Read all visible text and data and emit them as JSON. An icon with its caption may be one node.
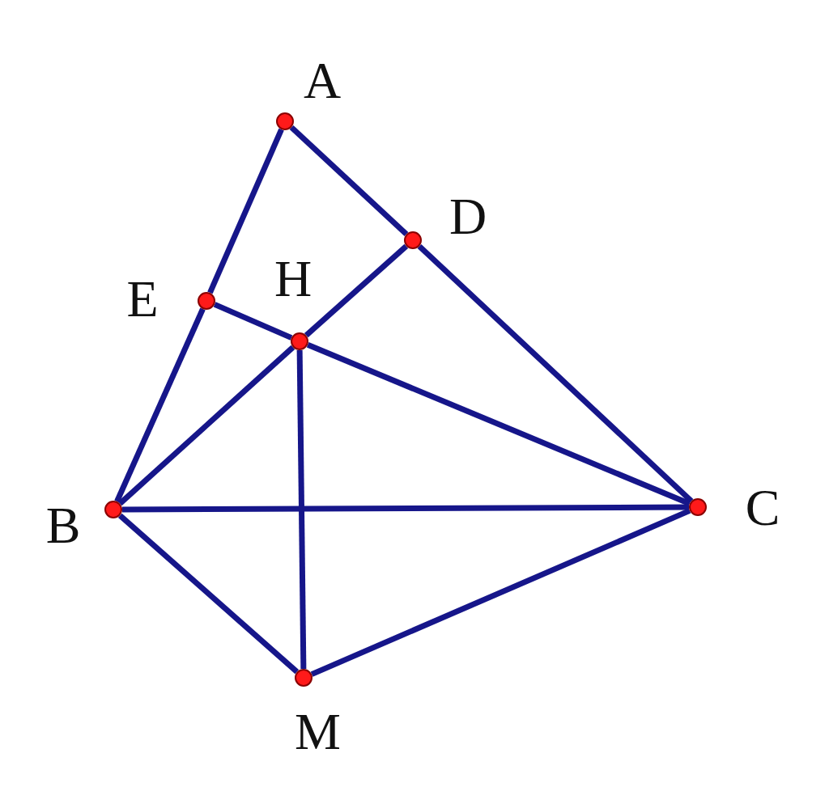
{
  "diagram": {
    "nodes": [
      {
        "text": [
          "A"
        ]
      },
      {
        "text": [
          "D"
        ]
      },
      {
        "text": [
          "E"
        ]
      },
      {
        "text": [
          "H"
        ]
      },
      {
        "text": [
          "B"
        ]
      },
      {
        "text": [
          "C"
        ]
      },
      {
        "text": [
          "M"
        ]
      }
    ],
    "edges": [
      {
        "from": 0,
        "to": 2,
        "arrow": "none"
      },
      {
        "from": 2,
        "to": 4,
        "arrow": "none"
      },
      {
        "from": 0,
        "to": 1,
        "arrow": "none"
      },
      {
        "from": 1,
        "to": 5,
        "arrow": "none"
      },
      {
        "from": 2,
        "to": 3,
        "arrow": "none"
      },
      {
        "from": 3,
        "to": 5,
        "arrow": "none"
      },
      {
        "from": 4,
        "to": 3,
        "arrow": "none"
      },
      {
        "from": 3,
        "to": 1,
        "arrow": "none"
      },
      {
        "from": 3,
        "to": 6,
        "arrow": "none"
      },
      {
        "from": 4,
        "to": 5,
        "arrow": "none"
      },
      {
        "from": 4,
        "to": 6,
        "arrow": "none"
      },
      {
        "from": 6,
        "to": 5,
        "arrow": "none"
      }
    ]
  }
}
